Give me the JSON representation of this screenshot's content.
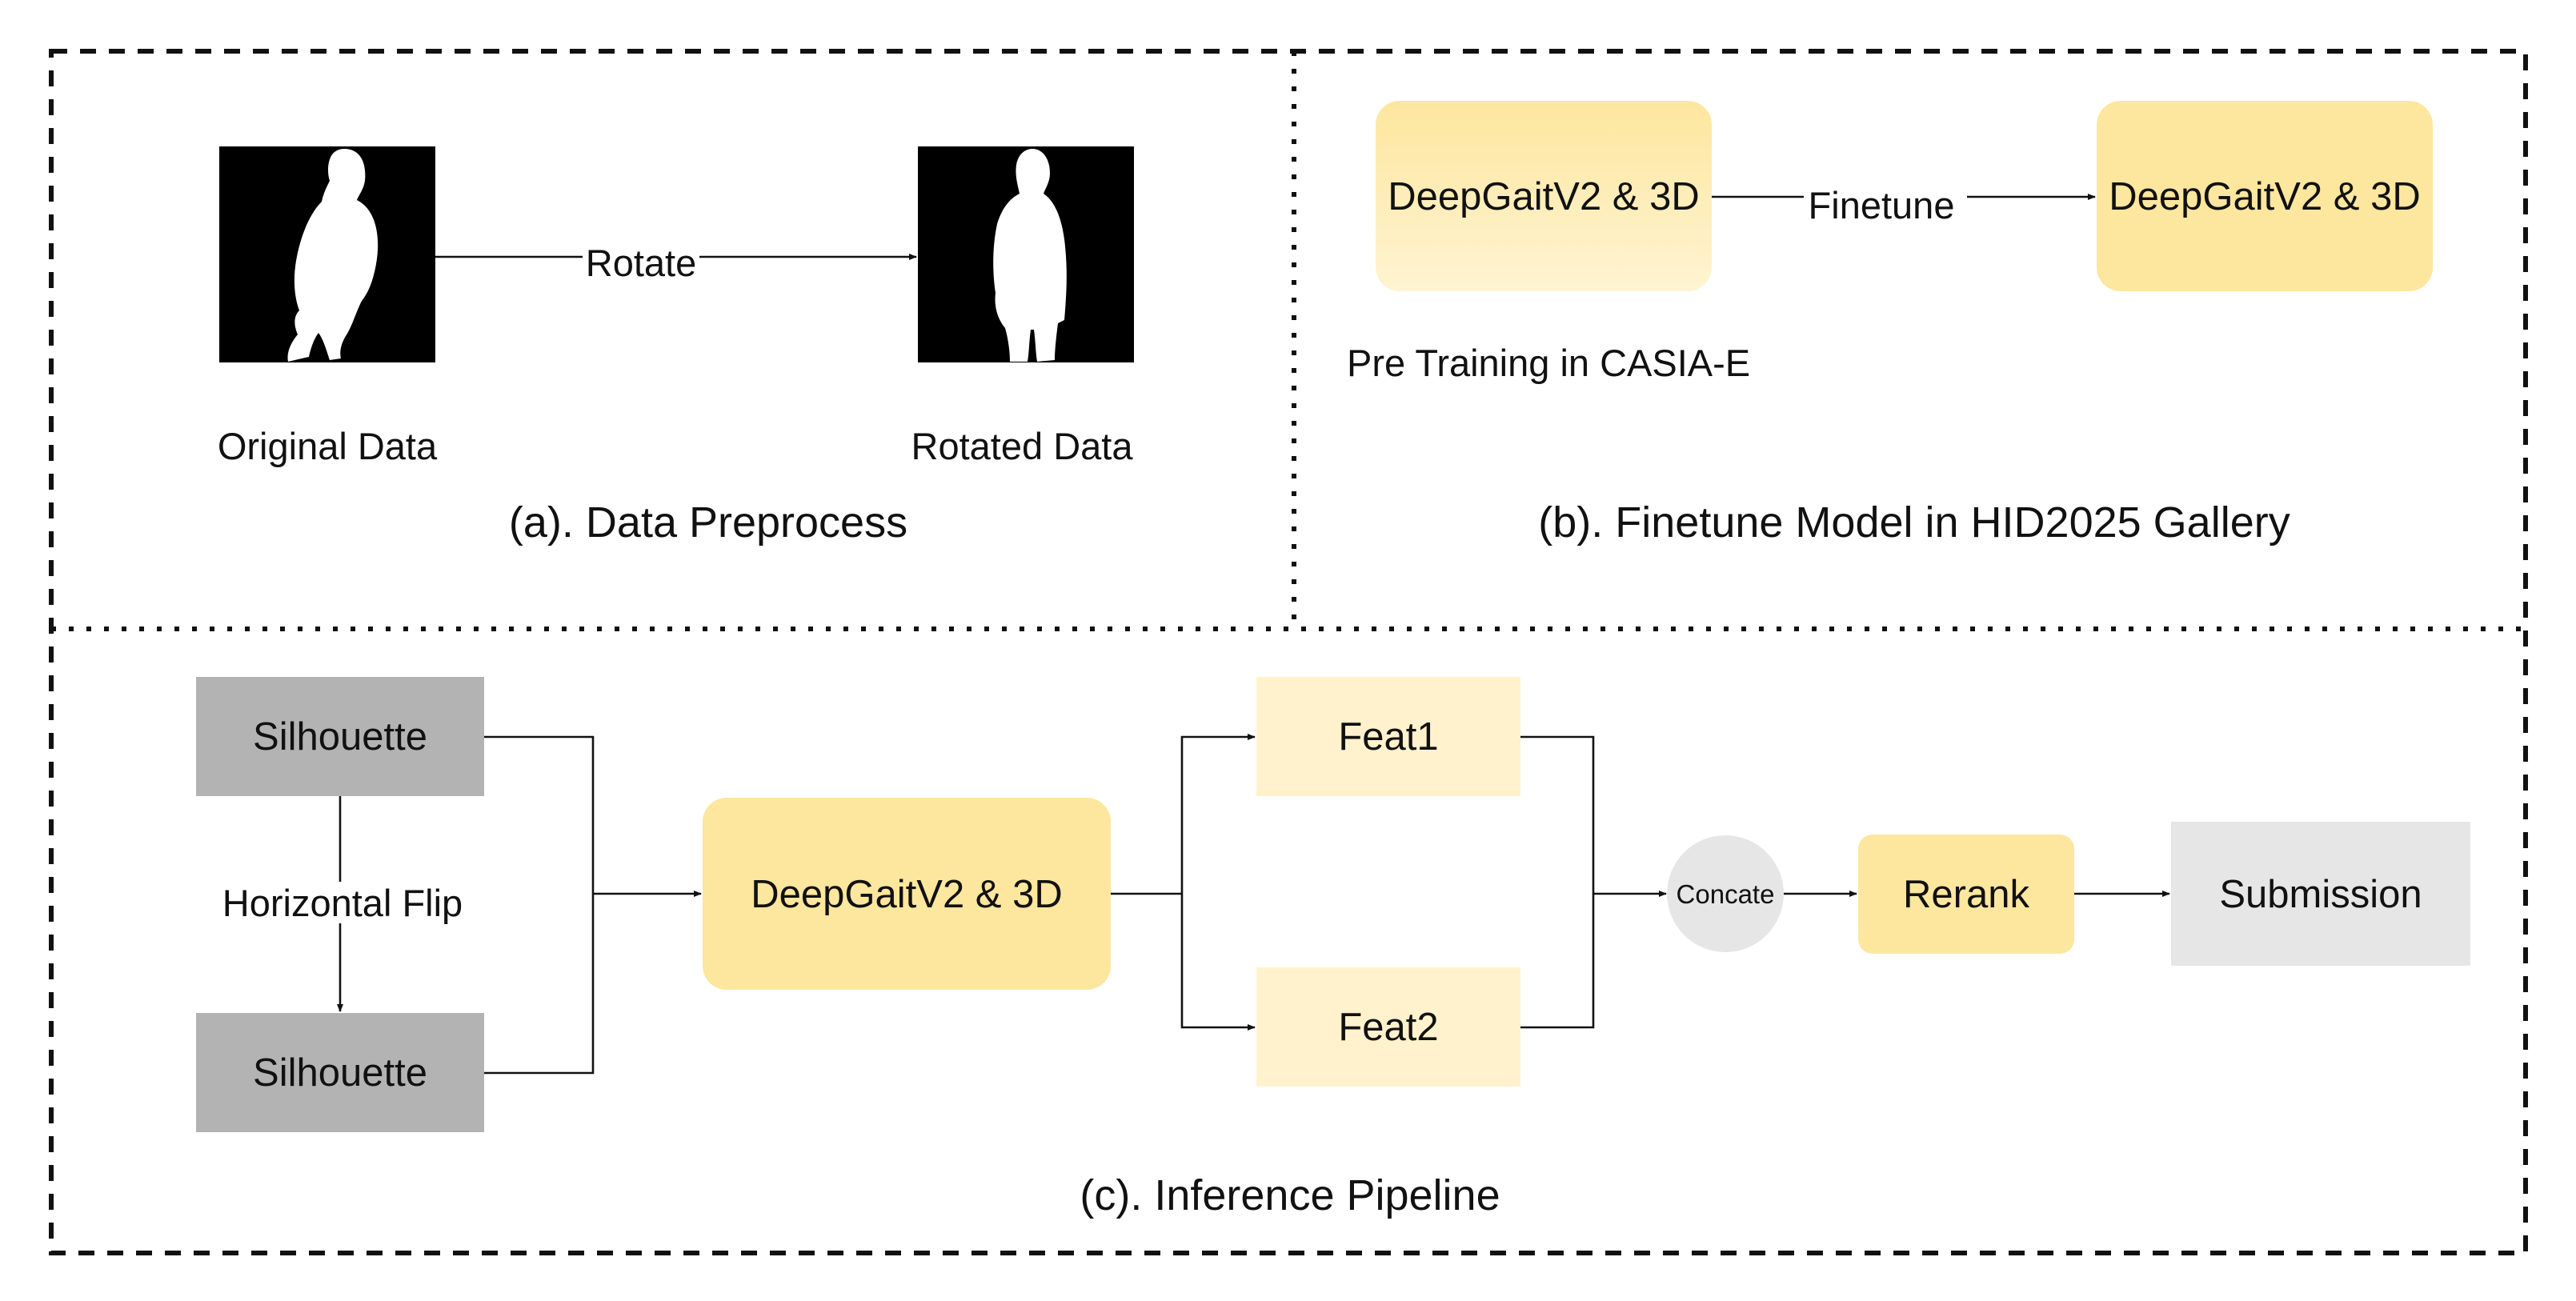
{
  "panels": {
    "a": {
      "title": "(a). Data Preprocess",
      "original_label": "Original Data",
      "rotated_label": "Rotated Data",
      "arrow_label": "Rotate"
    },
    "b": {
      "title": "(b). Finetune Model in HID2025 Gallery",
      "model_left": "DeepGaitV2 & 3D",
      "model_right": "DeepGaitV2 & 3D",
      "arrow_label": "Finetune",
      "pretrain_label": "Pre Training in CASIA-E"
    },
    "c": {
      "title": "(c). Inference Pipeline",
      "silhouette_top": "Silhouette",
      "silhouette_bottom": "Silhouette",
      "flip_label": "Horizontal Flip",
      "model": "DeepGaitV2 & 3D",
      "feat1": "Feat1",
      "feat2": "Feat2",
      "concat": "Concate",
      "rerank": "Rerank",
      "submission": "Submission"
    }
  },
  "colors": {
    "yellow": "#fde69e",
    "yellow_light": "#fff2cc",
    "gray_dark": "#b3b3b3",
    "gray_light": "#e6e6e6",
    "black": "#000000"
  }
}
